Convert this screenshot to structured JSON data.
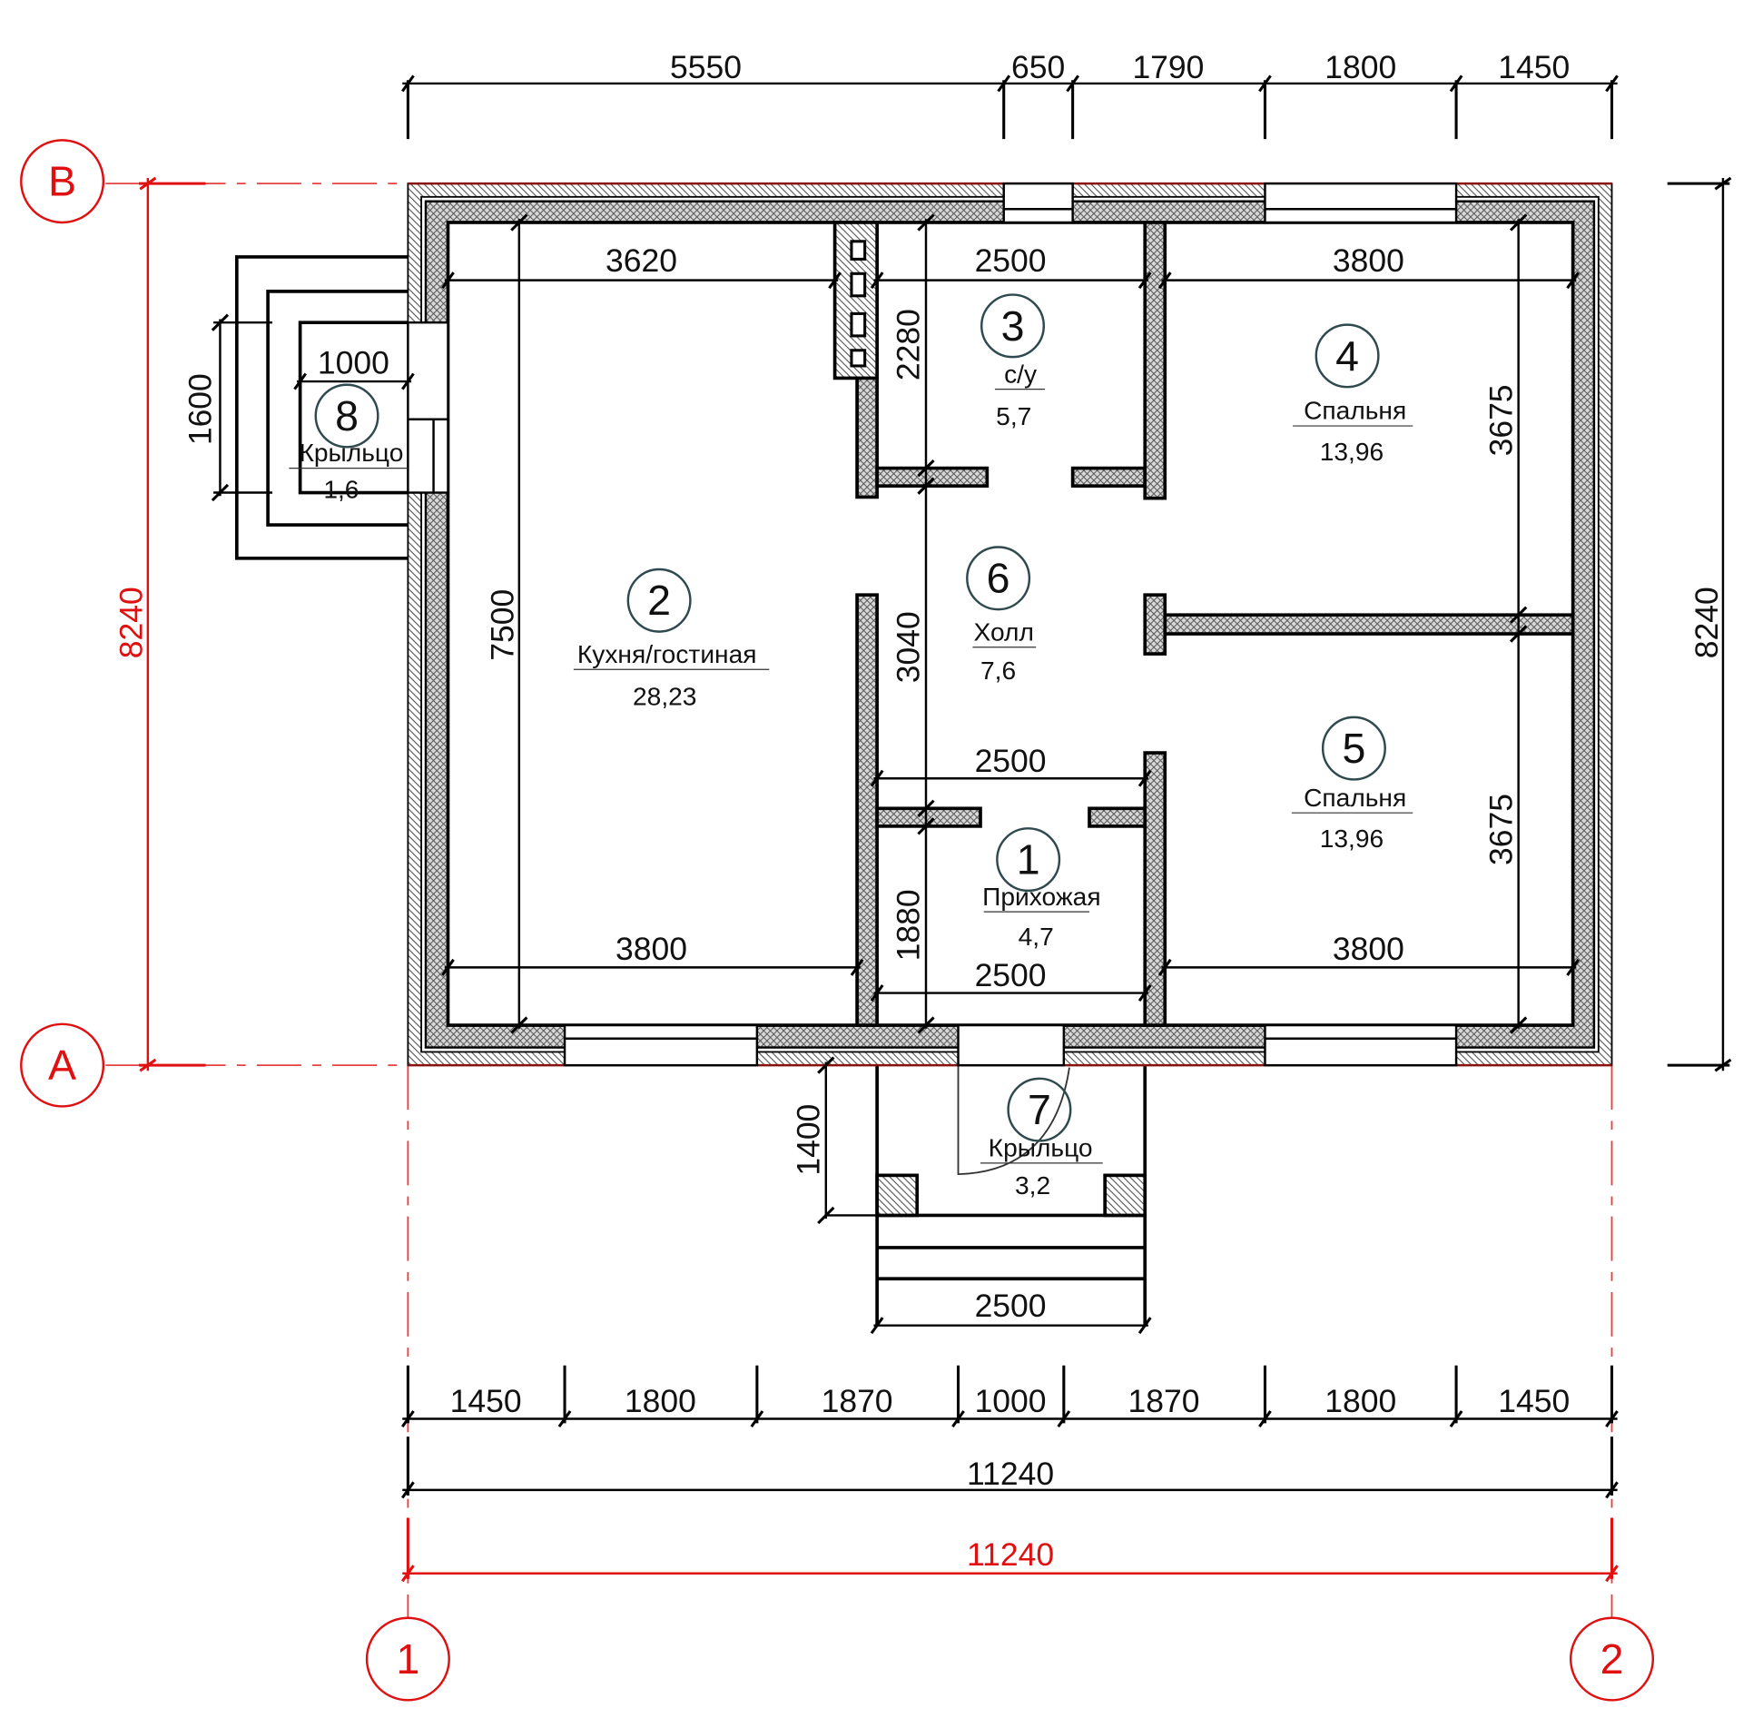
{
  "colors": {
    "axis": "#e01010",
    "lines": "#000000",
    "room_circle": "#2f4a4f"
  },
  "axes": {
    "rows": [
      "В",
      "А"
    ],
    "cols": [
      "1",
      "2"
    ]
  },
  "dims_top": [
    "5550",
    "650",
    "1790",
    "1800",
    "1450"
  ],
  "dims_bottom": [
    "1450",
    "1800",
    "1870",
    "1000",
    "1870",
    "1800",
    "1450"
  ],
  "overall": {
    "width": "11240",
    "width_red": "11240",
    "height_left": "8240",
    "height_right": "8240"
  },
  "interior": {
    "kitchen_width_top": "3620",
    "bath_width": "2500",
    "bedroom4_width": "3800",
    "bath_height": "2280",
    "hall_height": "3040",
    "entry_height": "1880",
    "kitchen_height": "7500",
    "bedroom4_height": "3675",
    "bedroom5_height": "3675",
    "kitchen_width_bottom": "3800",
    "bedroom5_width": "3800",
    "hall_width": "2500",
    "entry_width": "2500",
    "porch7_depth": "1400",
    "porch7_width": "2500",
    "porch8_width": "1000",
    "porch8_length": "1600"
  },
  "rooms": [
    {
      "num": "1",
      "name": "Прихожая",
      "area": "4,7"
    },
    {
      "num": "2",
      "name": "Кухня/гостиная",
      "area": "28,23"
    },
    {
      "num": "3",
      "name": "с/у",
      "area": "5,7"
    },
    {
      "num": "4",
      "name": "Спальня",
      "area": "13,96"
    },
    {
      "num": "5",
      "name": "Спальня",
      "area": "13,96"
    },
    {
      "num": "6",
      "name": "Холл",
      "area": "7,6"
    },
    {
      "num": "7",
      "name": "Крыльцо",
      "area": "3,2"
    },
    {
      "num": "8",
      "name": "Крыльцо",
      "area": "1,6"
    }
  ]
}
